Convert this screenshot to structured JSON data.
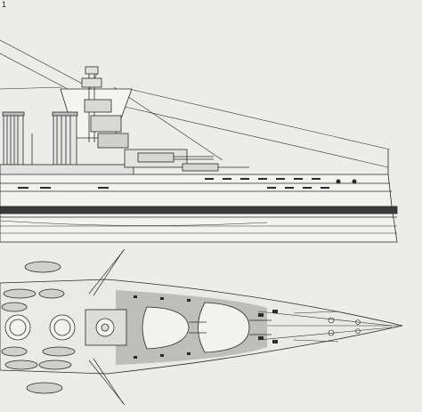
{
  "drawing": {
    "subject": "battleship-plan",
    "views": [
      "profile",
      "deck-plan"
    ],
    "colors": {
      "paper": "#ececea",
      "ink": "#2a2a2a",
      "hull_band": "#3a3a3a",
      "deck_shade": "#bdbdbb",
      "boat_fill": "#cfcfcd"
    }
  },
  "corner_mark": "1"
}
